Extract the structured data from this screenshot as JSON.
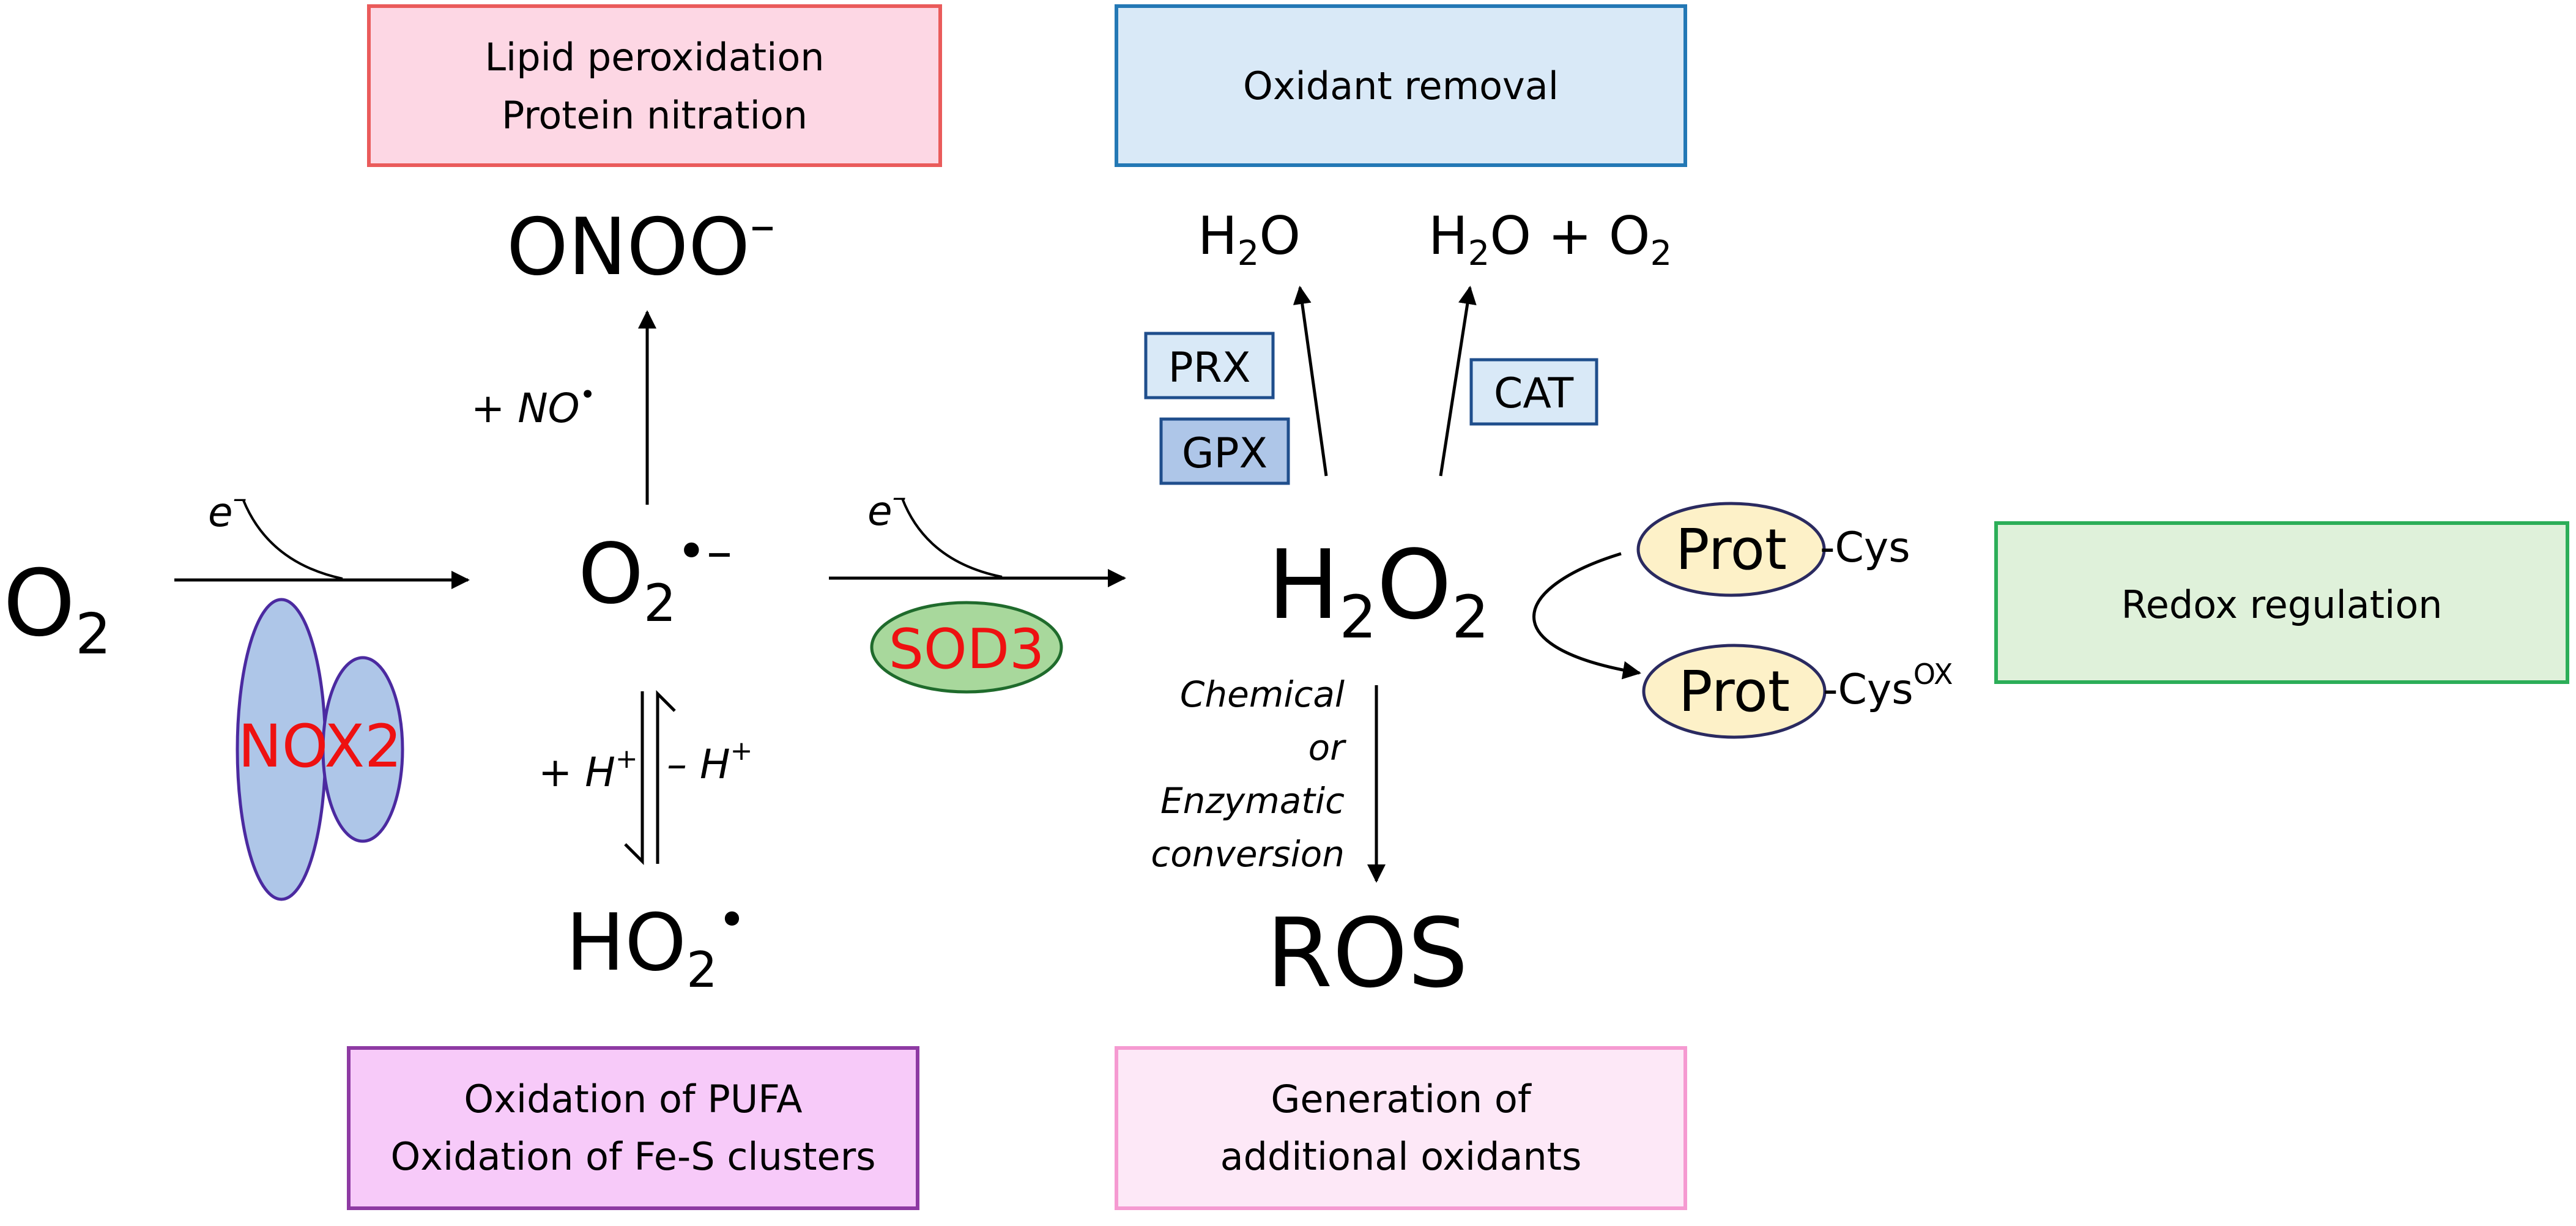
{
  "boxes": {
    "lipid": {
      "line1": "Lipid peroxidation",
      "line2": "Protein nitration",
      "fill": "#fdd7e4",
      "stroke": "#ea5b5b"
    },
    "oxidant_removal": {
      "text": "Oxidant removal",
      "fill": "#d9e9f7",
      "stroke": "#2378b5"
    },
    "redox": {
      "text": "Redox regulation",
      "fill": "#dff1da",
      "stroke": "#2cae58"
    },
    "pufa": {
      "line1": "Oxidation of PUFA",
      "line2": "Oxidation of Fe-S clusters",
      "fill": "#f7caf9",
      "stroke": "#8e3aa3"
    },
    "additional": {
      "line1": "Generation of",
      "line2": "additional oxidants",
      "fill": "#fde8f7",
      "stroke": "#f59ad1"
    }
  },
  "species": {
    "o2_main": "O",
    "o2_sub": "2",
    "superoxide_main": "O",
    "superoxide_sub": "2",
    "superoxide_sup": "•–",
    "peroxynitrite_main": "ONOO",
    "peroxynitrite_sup": "–",
    "hydroperoxyl_main": "HO",
    "hydroperoxyl_sub": "2",
    "hydroperoxyl_sup": "•",
    "h2o2_a": "H",
    "h2o2_sub1": "2",
    "h2o2_b": "O",
    "h2o2_sub2": "2",
    "ros": "ROS",
    "water_a": "H",
    "water_sub": "2",
    "water_b": "O",
    "water_o2_a": "H",
    "water_o2_sub1": "2",
    "water_o2_b": "O + O",
    "water_o2_sub2": "2"
  },
  "labels": {
    "electron1_main": "e",
    "electron1_sup": "–",
    "electron2_main": "e",
    "electron2_sup": "–",
    "plus_no_main": "+ NO",
    "plus_no_sup": "•",
    "plus_h_main": "+ H",
    "plus_h_sup": "+",
    "minus_h_main": "– H",
    "minus_h_sup": "+",
    "conversion": [
      "Chemical",
      "or",
      "Enzymatic",
      "conversion"
    ]
  },
  "enzymes": {
    "nox2": "NOX2",
    "nox2_fill": "#aec6e8",
    "nox2_stroke": "#4b2aa0",
    "sod3": "SOD3",
    "sod3_fill": "#a8d89c",
    "sod3_stroke": "#1f6b2c",
    "prx": "PRX",
    "prx_fill": "#d9e9f7",
    "prx_stroke": "#1f4e8c",
    "gpx": "GPX",
    "gpx_fill": "#aec6e8",
    "gpx_stroke": "#1f4e8c",
    "cat": "CAT",
    "cat_fill": "#d9e9f7",
    "cat_stroke": "#1f4e8c",
    "label_color": "#ee1111"
  },
  "proteins": {
    "prot1": "Prot",
    "cys1": "-Cys",
    "prot2": "Prot",
    "cys2": "-Cys",
    "cys2_sup": "OX",
    "prot_fill": "#fdf1c8",
    "prot_stroke": "#2a2a60"
  }
}
